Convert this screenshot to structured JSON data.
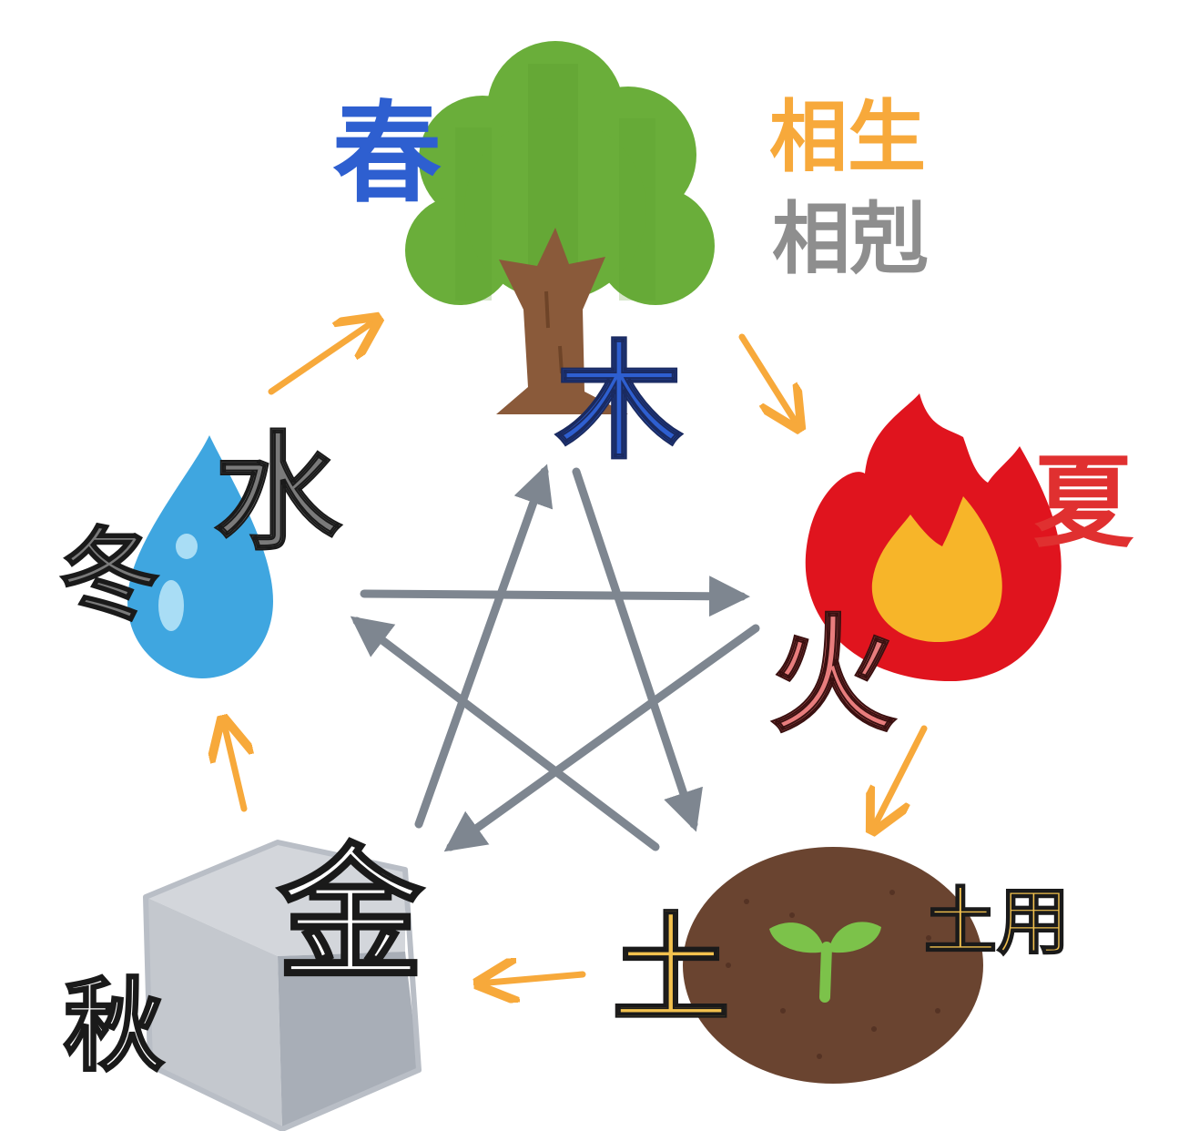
{
  "legend": {
    "generation": {
      "text": "相生",
      "color": "#F7A93B"
    },
    "overcoming": {
      "text": "相剋",
      "color": "#8E8E8E"
    }
  },
  "elements": {
    "wood": {
      "element": "木",
      "season": "春",
      "color": "#2E5FD0",
      "icon": "tree-icon"
    },
    "fire": {
      "element": "火",
      "season": "夏",
      "color": "#E03030",
      "element_color": "#E87D7D",
      "icon": "flame-icon"
    },
    "earth": {
      "element": "土",
      "season": "土用",
      "color": "#F2C14E",
      "icon": "soil-sprout-icon"
    },
    "metal": {
      "element": "金",
      "season": "秋",
      "color": "#FFFFFF",
      "icon": "metal-cube-icon"
    },
    "water": {
      "element": "水",
      "season": "冬",
      "color": "#7A7A7A",
      "icon": "water-drop-icon"
    }
  },
  "colors": {
    "generation_arrow": "#F7A93B",
    "overcoming_arrow": "#7E8690",
    "tree_leaves": "#6AAE3A",
    "tree_trunk": "#8A5A3A",
    "flame_outer": "#E0141E",
    "flame_inner": "#F7B529",
    "drop": "#3FA6E0",
    "soil": "#6A4430",
    "sprout": "#7CC24A",
    "metal": "#B9BEC6"
  }
}
